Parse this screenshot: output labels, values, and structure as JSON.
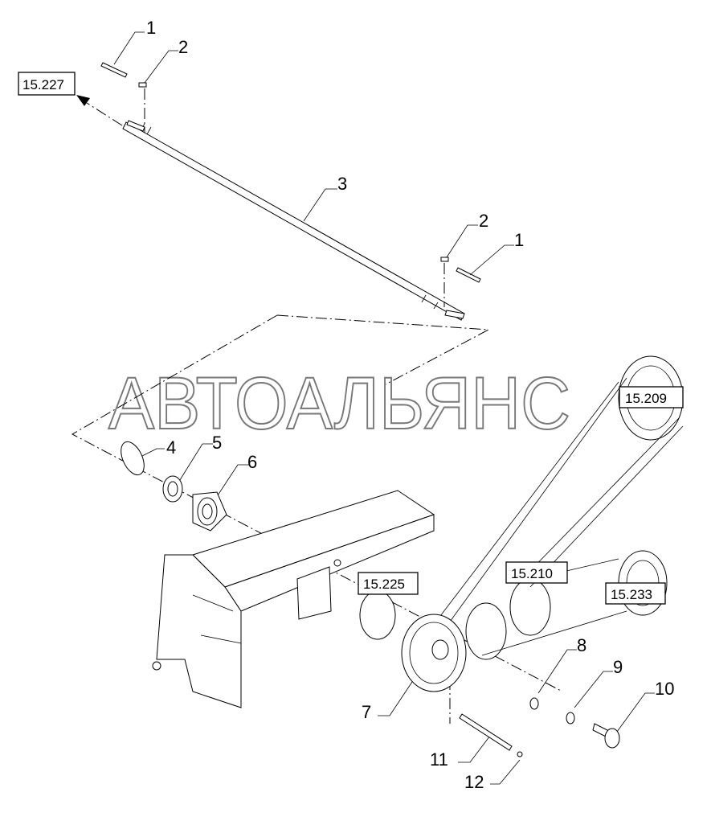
{
  "watermark": "АВТОАЛЬЯНС",
  "callouts": {
    "c1a": "1",
    "c2a": "2",
    "c3": "3",
    "c2b": "2",
    "c1b": "1",
    "c4": "4",
    "c5": "5",
    "c6": "6",
    "c7": "7",
    "c8": "8",
    "c9": "9",
    "c10": "10",
    "c11": "11",
    "c12": "12"
  },
  "references": {
    "r15227": "15.227",
    "r15209": "15.209",
    "r15210": "15.210",
    "r15233": "15.233",
    "r15225": "15.225"
  }
}
